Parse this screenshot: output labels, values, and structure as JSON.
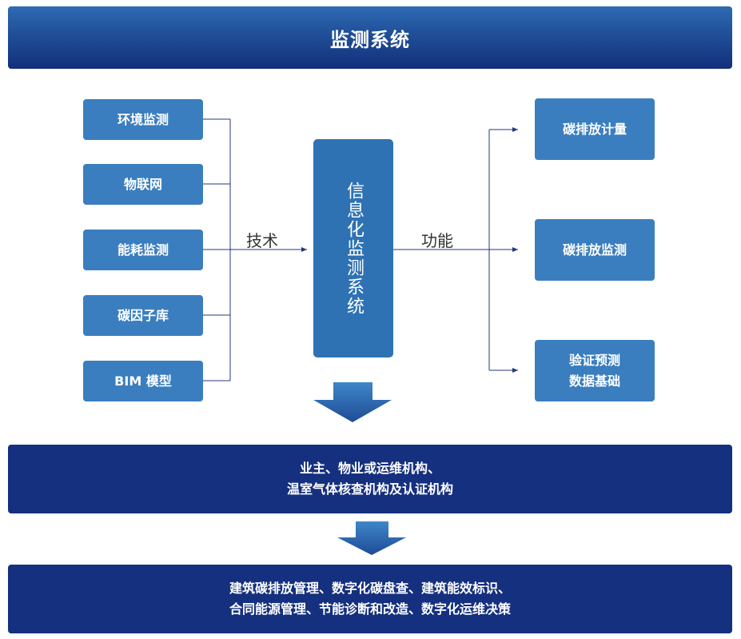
{
  "title": "监测系统",
  "tech_inputs": [
    "环境监测",
    "物联网",
    "能耗监测",
    "碳因子库",
    "BIM 模型"
  ],
  "center": "信息化监测系统",
  "tech_label": "技术",
  "func_label": "功能",
  "functions": [
    {
      "line1": "碳排放计量",
      "line2": ""
    },
    {
      "line1": "碳排放监测",
      "line2": ""
    },
    {
      "line1": "验证预测",
      "line2": "数据基础"
    }
  ],
  "users": {
    "line1": "业主、物业或运维机构、",
    "line2": "温室气体核查机构及认证机构"
  },
  "applications": {
    "line1": "建筑碳排放管理、数字化碳盘查、建筑能效标识、",
    "line2": "合同能源管理、节能诊断和改造、数字化运维决策"
  },
  "colors": {
    "title_gradient": [
      "#2e6bb3",
      "#132f7a"
    ],
    "box_blue": "#3a7ebf",
    "center_blue": "#2e72b4",
    "dark_navy": "#15307e",
    "connector": "#1f3a7a",
    "big_arrow": "#2b66b0"
  }
}
